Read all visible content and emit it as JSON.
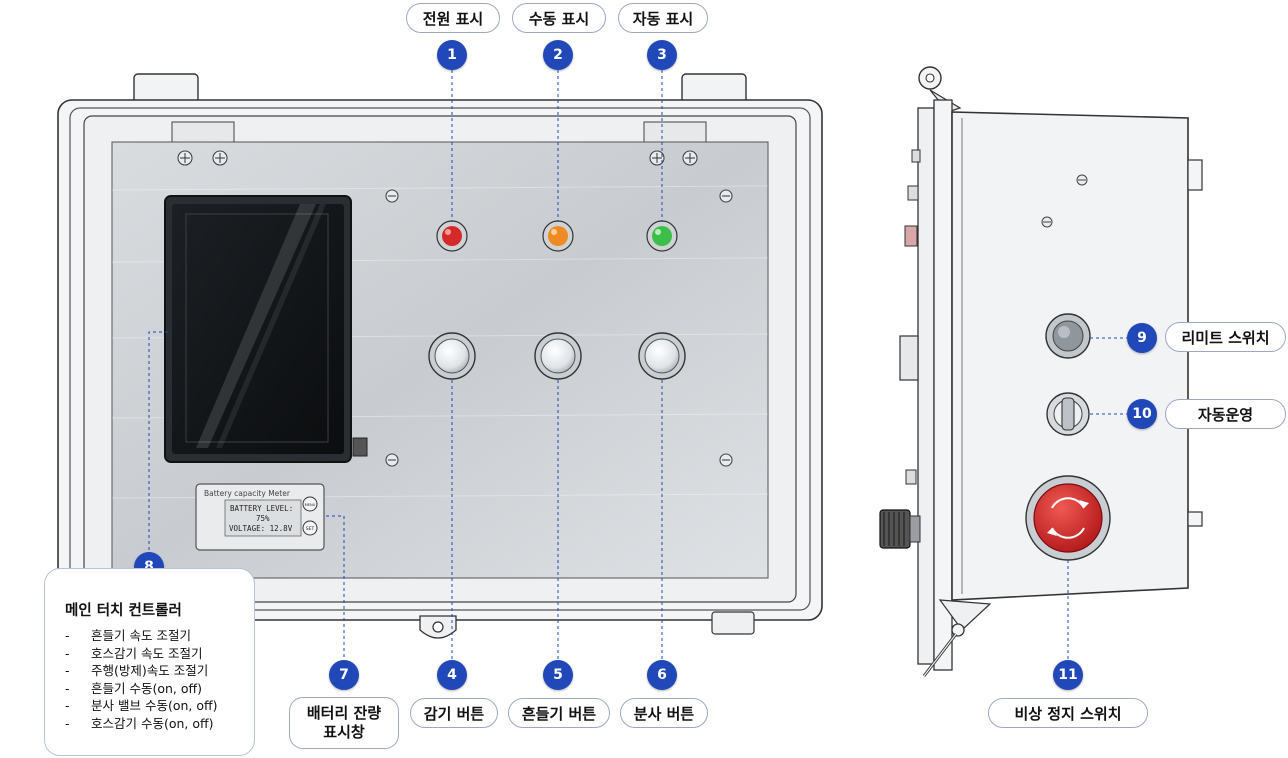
{
  "labels": {
    "power_indicator": "전원 표시",
    "manual_indicator": "수동 표시",
    "auto_indicator": "자동 표시",
    "winding_button": "감기 버튼",
    "shake_button": "흔들기 버튼",
    "spray_button": "분사 버튼",
    "battery_window_line1": "배터리 잔량",
    "battery_window_line2": "표시창",
    "limit_switch": "리미트 스위치",
    "auto_operation": "자동운영",
    "emergency_stop": "비상 정지 스위치"
  },
  "badges": [
    "1",
    "2",
    "3",
    "4",
    "5",
    "6",
    "7",
    "8",
    "9",
    "10",
    "11"
  ],
  "controller": {
    "title": "메인 터치 컨트롤러",
    "items": [
      "흔들기 속도 조절기",
      "호스감기 속도 조절기",
      "주행(방제)속도 조절기",
      "흔들기 수동(on, off)",
      "분사 밸브 수동(on, off)",
      "호스감기 수동(on, off)"
    ]
  },
  "battery_display": {
    "header": "Battery capacity Meter",
    "level": "BATTERY LEVEL:",
    "percent": "75%",
    "voltage": "VOLTAGE: 12.8V",
    "btn_top": "MENU",
    "btn_bottom": "SET"
  },
  "colors": {
    "badge": "#2148b8",
    "power_led": "#d42a2a",
    "manual_led": "#f08a22",
    "auto_led": "#3cbf4a",
    "estop": "#d42a2a"
  }
}
